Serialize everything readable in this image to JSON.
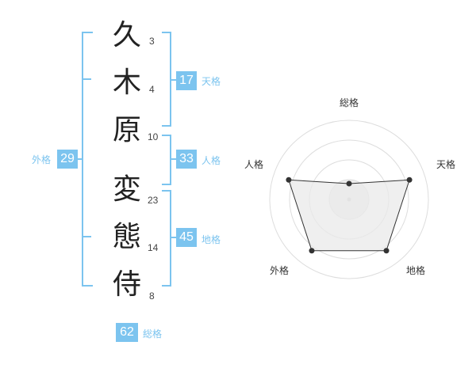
{
  "name": {
    "surname": [
      {
        "char": "久",
        "strokes": "3"
      },
      {
        "char": "木",
        "strokes": "4"
      },
      {
        "char": "原",
        "strokes": "10"
      }
    ],
    "given": [
      {
        "char": "変",
        "strokes": "23"
      },
      {
        "char": "態",
        "strokes": "14"
      },
      {
        "char": "侍",
        "strokes": "8"
      }
    ]
  },
  "fortune": {
    "tenkaku": {
      "value": "17",
      "label": "天格"
    },
    "jinkaku": {
      "value": "33",
      "label": "人格"
    },
    "chikaku": {
      "value": "45",
      "label": "地格"
    },
    "gaikaku": {
      "value": "29",
      "label": "外格"
    },
    "soukaku": {
      "value": "62",
      "label": "総格"
    }
  },
  "radar": {
    "labels": {
      "top": "総格",
      "right": "天格",
      "left": "人格",
      "bottom_right": "地格",
      "bottom_left": "外格"
    },
    "levels": {
      "sou": 0.2,
      "ten": 0.8,
      "chi": 0.8,
      "gai": 0.8,
      "jin": 0.8
    },
    "rings": 4,
    "accent": "#7cc4ef"
  },
  "chart_data": {
    "type": "radar",
    "categories": [
      "総格",
      "天格",
      "地格",
      "外格",
      "人格"
    ],
    "values": [
      1,
      4,
      4,
      4,
      4
    ],
    "ylim": [
      0,
      5
    ]
  }
}
